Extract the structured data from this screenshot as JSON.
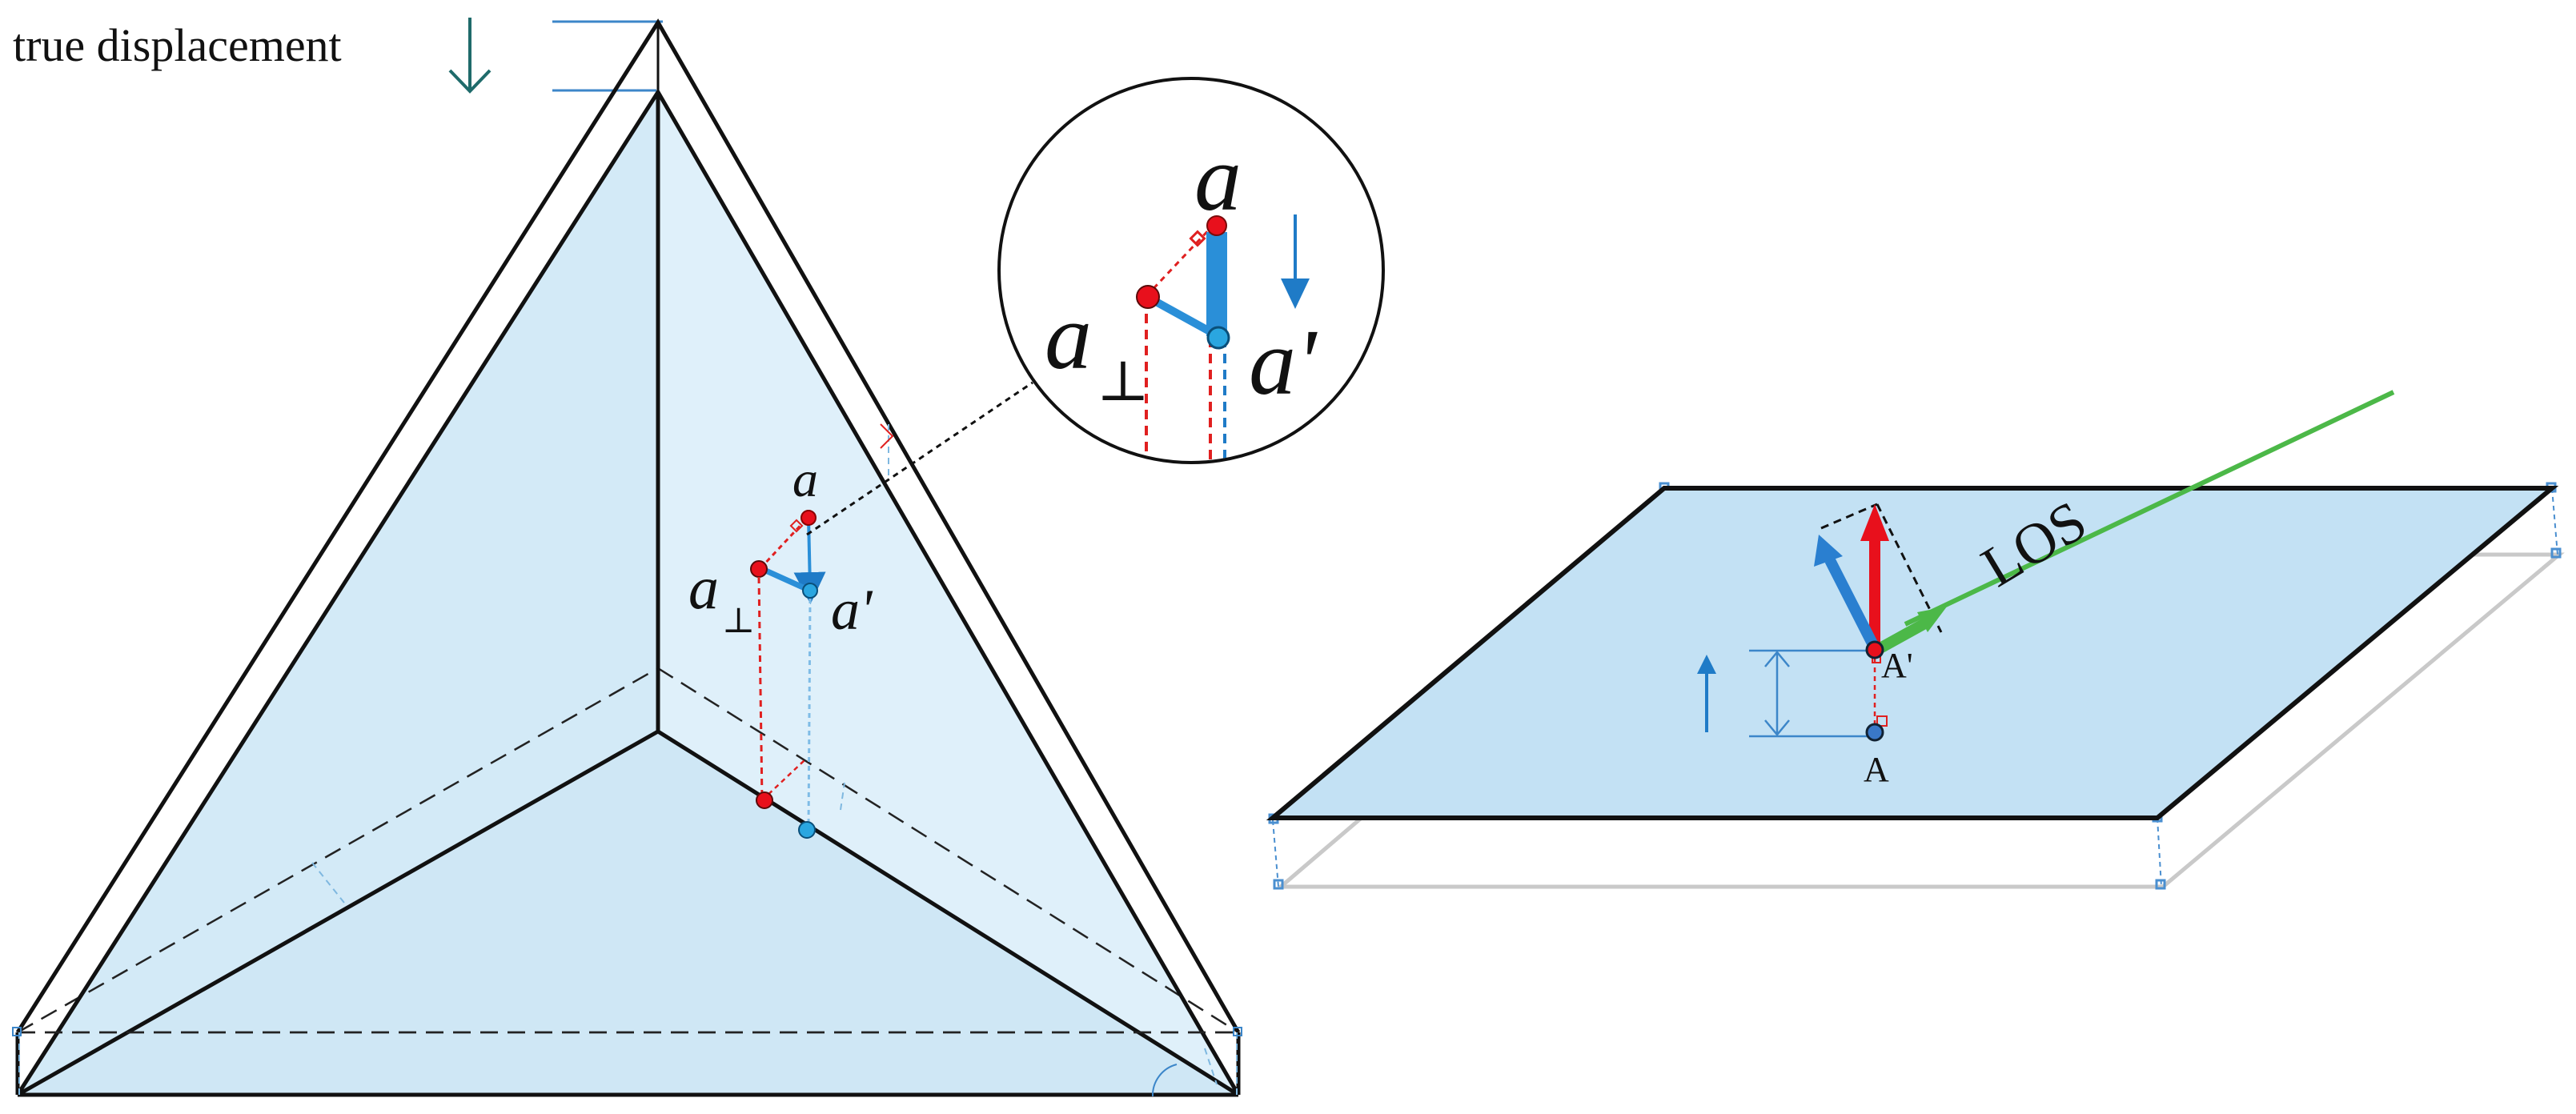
{
  "diagram": {
    "legend": {
      "text": "true displacement",
      "arrow_color": "#1f6b6b"
    },
    "pyramid": {
      "label_a": "a",
      "label_a_perp": "a",
      "perp_symbol": "⊥",
      "label_a_prime": "a'"
    },
    "zoom_circle": {
      "label_a": "a",
      "label_a_perp": "a",
      "perp_symbol": "⊥",
      "label_a_prime": "a'"
    },
    "plane": {
      "label_los": "LOS",
      "label_A": "A",
      "label_A_prime": "A'"
    },
    "colors": {
      "face_fill": "#cfe8f6",
      "edge": "#111111",
      "blue_vector": "#2a8fd8",
      "red_vector": "#e8101c",
      "los_green": "#4cb848",
      "dim_blue": "#3c86c9",
      "dashed_red": "#e02020"
    }
  }
}
